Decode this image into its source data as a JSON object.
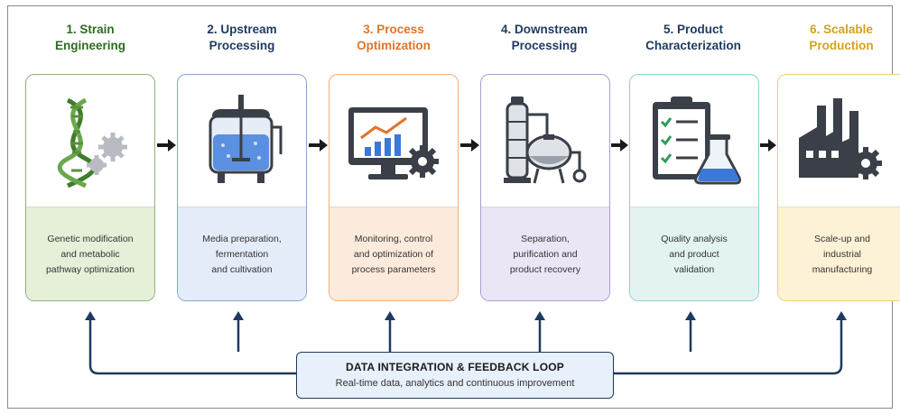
{
  "steps": [
    {
      "title_line1": "1. Strain",
      "title_line2": "Engineering",
      "description": [
        "Genetic modification",
        "and metabolic",
        "pathway optimization"
      ],
      "title_color": "#2e6b20",
      "border": "#8bb57a",
      "fill": "#e6f0d9",
      "icon": "dna-gears-icon"
    },
    {
      "title_line1": "2. Upstream",
      "title_line2": "Processing",
      "description": [
        "Media preparation,",
        "fermentation",
        "and cultivation"
      ],
      "title_color": "#1f3a5f",
      "border": "#8aa6cf",
      "fill": "#e3ecf8",
      "icon": "bioreactor-icon"
    },
    {
      "title_line1": "3. Process",
      "title_line2": "Optimization",
      "description": [
        "Monitoring, control",
        "and optimization of",
        "process parameters"
      ],
      "title_color": "#e0742a",
      "border": "#f0b07c",
      "fill": "#fcebdc",
      "icon": "monitor-chart-gear-icon"
    },
    {
      "title_line1": "4. Downstream",
      "title_line2": "Processing",
      "description": [
        "Separation,",
        "purification and",
        "product recovery"
      ],
      "title_color": "#1f3a5f",
      "border": "#ab9ed0",
      "fill": "#ebe6f6",
      "icon": "distillation-column-icon"
    },
    {
      "title_line1": "5. Product",
      "title_line2": "Characterization",
      "description": [
        "Quality analysis",
        "and product",
        "validation"
      ],
      "title_color": "#1f3a5f",
      "border": "#8fd0cc",
      "fill": "#e2f3f2",
      "icon": "clipboard-flask-icon"
    },
    {
      "title_line1": "6. Scalable",
      "title_line2": "Production",
      "description": [
        "Scale-up and",
        "industrial",
        "manufacturing"
      ],
      "title_color": "#d4a21c",
      "border": "#f0cf78",
      "fill": "#fdf2d6",
      "icon": "factory-gear-icon"
    }
  ],
  "feedback_loop": {
    "title": "DATA INTEGRATION & FEEDBACK LOOP",
    "subtitle": "Real-time data, analytics and continuous improvement"
  },
  "colors": {
    "arrow": "#1a1a1a",
    "loop_line": "#1f3a5f",
    "dark_icon": "#3a3f48",
    "blue_accent": "#3b78d8"
  }
}
